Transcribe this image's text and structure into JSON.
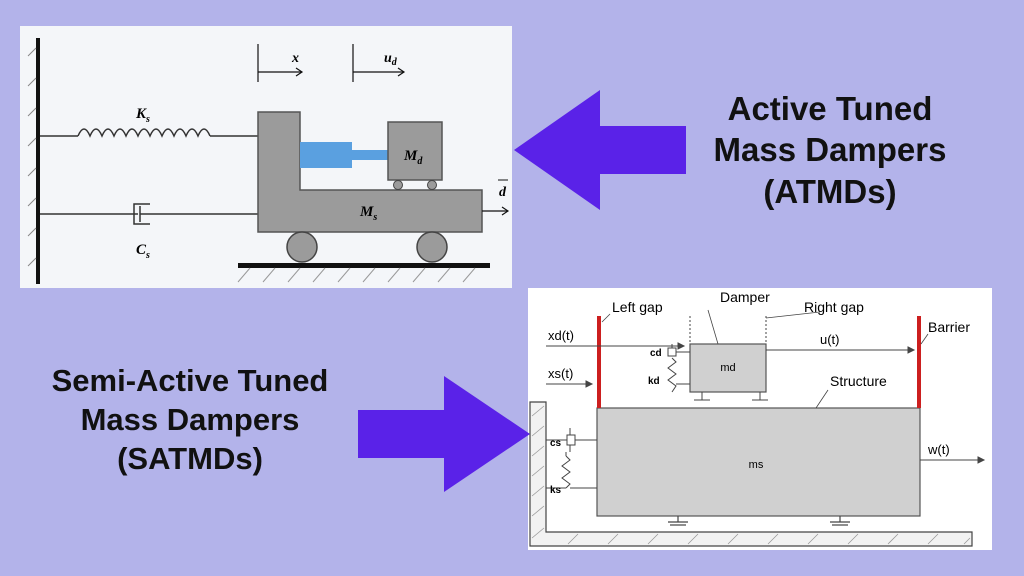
{
  "atmd": {
    "caption_lines": [
      "Active Tuned",
      "Mass Dampers",
      "(ATMDs)"
    ],
    "labels": {
      "x": "x",
      "ud_main": "u",
      "ud_sub": "d",
      "ks_main": "K",
      "ks_sub": "s",
      "md_main": "M",
      "md_sub": "d",
      "ms_main": "M",
      "ms_sub": "s",
      "cs_main": "C",
      "cs_sub": "s",
      "d": "d"
    }
  },
  "satmd": {
    "caption_lines": [
      "Semi-Active Tuned",
      "Mass Dampers",
      "(SATMDs)"
    ],
    "labels": {
      "left_gap": "Left gap",
      "damper": "Damper",
      "right_gap": "Right gap",
      "barrier": "Barrier",
      "xd": "xd(t)",
      "xs": "xs(t)",
      "ut": "u(t)",
      "structure": "Structure",
      "wt": "w(t)",
      "cd": "cd",
      "kd": "kd",
      "md": "md",
      "cs": "cs",
      "ks": "ks",
      "ms": "ms"
    }
  },
  "colors": {
    "background": "#b3b3ea",
    "arrow": "#5a22e8",
    "barrier": "#cc1f1f",
    "mass_gray": "#9b9b9b",
    "actuator_blue": "#5aa0e0"
  }
}
